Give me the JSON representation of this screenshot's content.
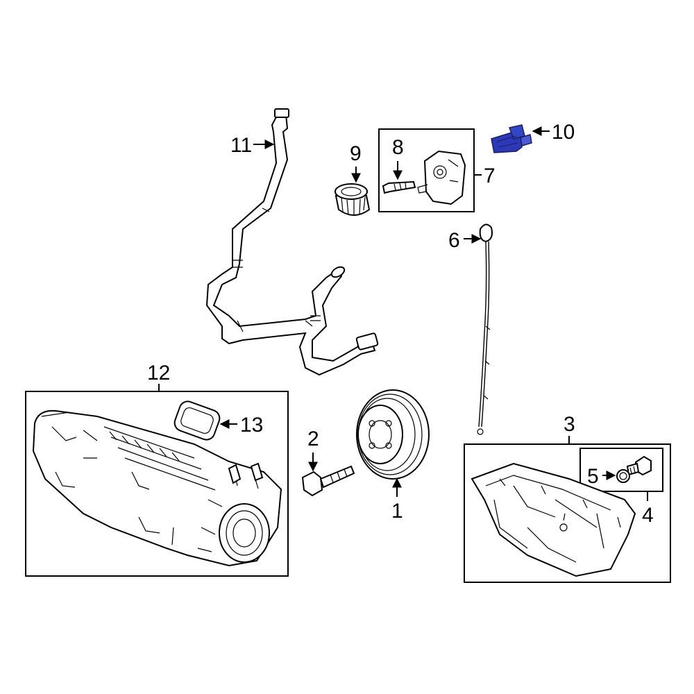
{
  "callouts": {
    "c1": "1",
    "c2": "2",
    "c3": "3",
    "c4": "4",
    "c5": "5",
    "c6": "6",
    "c7": "7",
    "c8": "8",
    "c9": "9",
    "c10": "10",
    "c11": "11",
    "c12": "12",
    "c13": "13"
  },
  "colors": {
    "highlight": "#2b39b8",
    "line": "#000000",
    "background": "#ffffff"
  }
}
